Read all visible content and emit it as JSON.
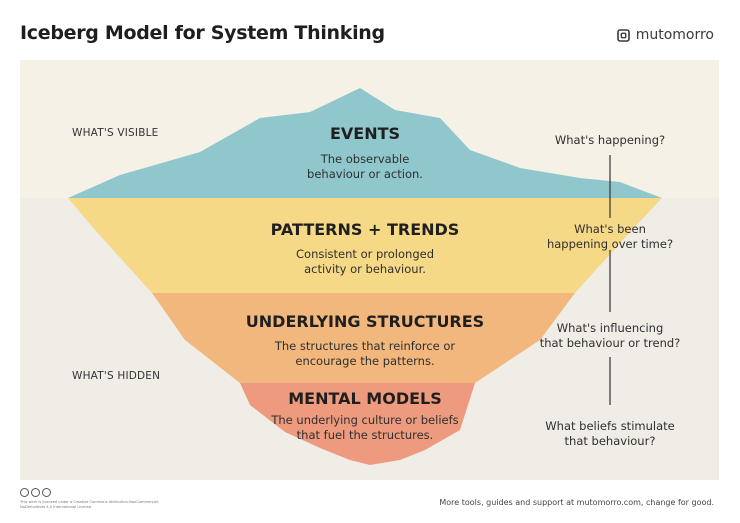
{
  "title": "Iceberg Model for System Thinking",
  "brand": {
    "name": "mutomorro",
    "icon": "logo-square-icon"
  },
  "zones": {
    "visible": "WHAT'S VISIBLE",
    "hidden": "WHAT'S HIDDEN"
  },
  "layers": [
    {
      "title": "EVENTS",
      "description": [
        "The observable",
        "behaviour or action."
      ],
      "color": "#8fc7cc"
    },
    {
      "title": "PATTERNS + TRENDS",
      "description": [
        "Consistent or prolonged",
        "activity or behaviour."
      ],
      "color": "#f6d986"
    },
    {
      "title": "UNDERLYING STRUCTURES",
      "description": [
        "The structures that reinforce or",
        "encourage the patterns."
      ],
      "color": "#f2b77d"
    },
    {
      "title": "MENTAL MODELS",
      "description": [
        "The underlying culture or beliefs",
        "that fuel the structures."
      ],
      "color": "#ee9a7f"
    }
  ],
  "questions": [
    [
      "What's happening?"
    ],
    [
      "What's been",
      "happening over time?"
    ],
    [
      "What's influencing",
      "that behaviour or trend?"
    ],
    [
      "What beliefs stimulate",
      "that behaviour?"
    ]
  ],
  "colors": {
    "sky": "#f6f1e7",
    "water": "#f0ece6",
    "line": "#333333"
  },
  "footer": {
    "license": "This work is licensed under a Creative Commons Attribution-NonCommercial-NoDerivatives 4.0 International License.",
    "tagline": "More tools, guides and support at mutomorro.com, change for good."
  }
}
